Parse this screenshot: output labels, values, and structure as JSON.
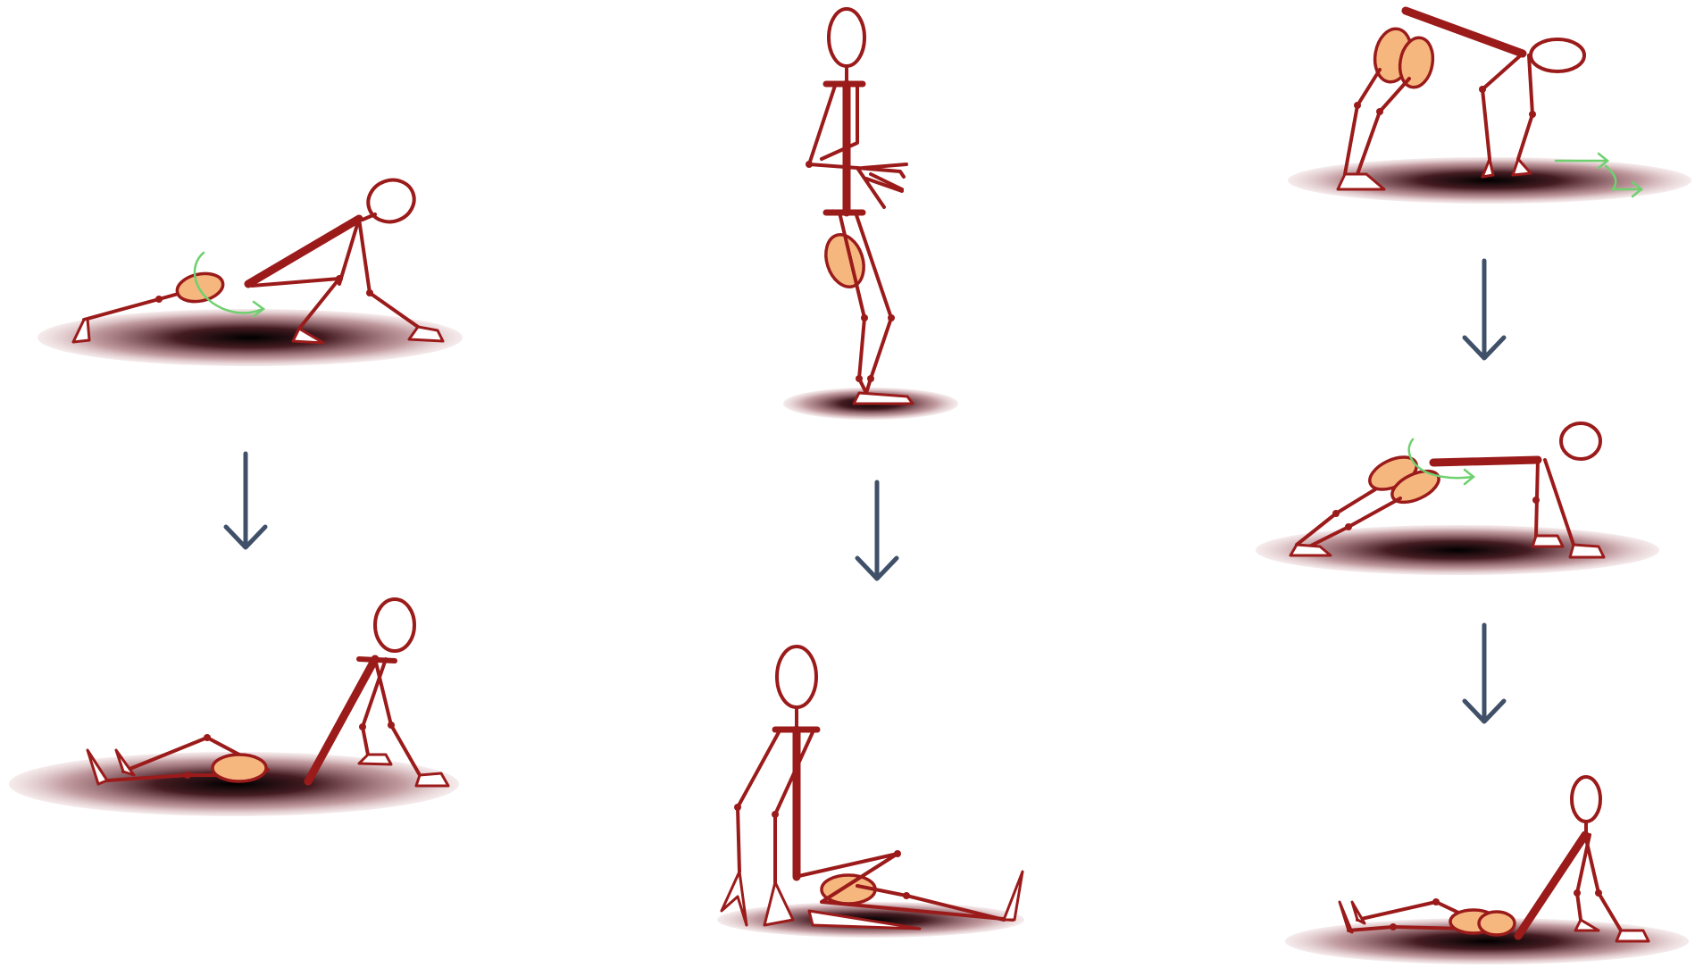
{
  "colors": {
    "figure": "#9b1b1b",
    "pelvis": "#f6b77f",
    "motion_arrow": "#6fd06f",
    "flow_arrow": "#3f5068",
    "shadow": "#6a1f2a",
    "background": "#ffffff"
  },
  "columns": [
    {
      "name": "left-sequence",
      "steps": 2
    },
    {
      "name": "center-sequence",
      "steps": 2
    },
    {
      "name": "right-sequence",
      "steps": 3
    }
  ],
  "icons": [
    "stick-figure",
    "down-arrow-icon",
    "curved-motion-arrow-icon",
    "floor-shadow"
  ]
}
